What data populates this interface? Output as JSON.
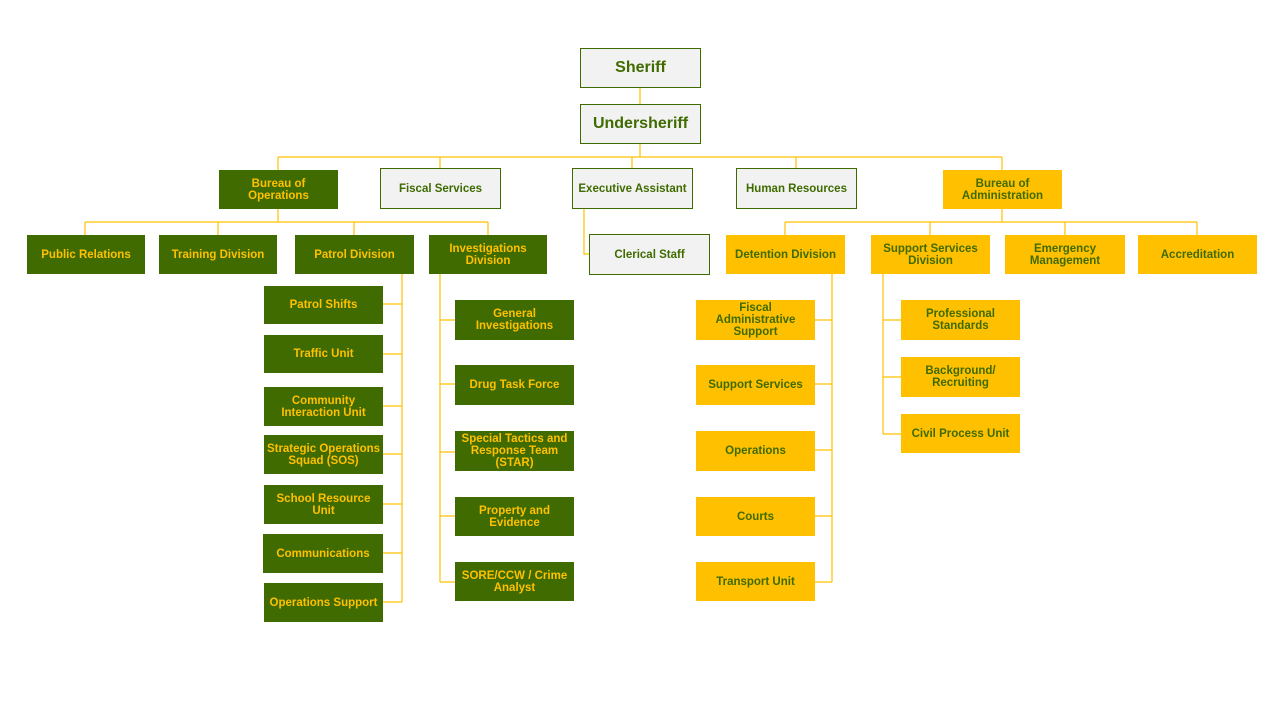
{
  "colors": {
    "green": "#3f6b00",
    "yellow": "#ffc000",
    "gray": "#f2f2f2",
    "line": "#ffc000"
  },
  "nodes": {
    "sheriff": "Sheriff",
    "undersheriff": "Undersheriff",
    "bureau_operations": "Bureau of Operations",
    "fiscal_services": "Fiscal Services",
    "executive_assistant": "Executive Assistant",
    "human_resources": "Human Resources",
    "bureau_administration": "Bureau of Administration",
    "public_relations": "Public Relations",
    "training_division": "Training Division",
    "patrol_division": "Patrol Division",
    "investigations_division": "Investigations Division",
    "clerical_staff": "Clerical Staff",
    "detention_division": "Detention Division",
    "support_services_division": "Support Services Division",
    "emergency_management": "Emergency Management",
    "accreditation": "Accreditation",
    "patrol_shifts": "Patrol Shifts",
    "traffic_unit": "Traffic Unit",
    "community_interaction_unit": "Community Interaction Unit",
    "strategic_operations_squad": "Strategic Operations Squad (SOS)",
    "school_resource_unit": "School Resource Unit",
    "communications": "Communications",
    "operations_support": "Operations Support",
    "general_investigations": "General Investigations",
    "drug_task_force": "Drug Task Force",
    "special_tactics": "Special Tactics and Response Team (STAR)",
    "property_evidence": "Property and Evidence",
    "sore_ccw": "SORE/CCW / Crime Analyst",
    "fiscal_admin_support": "Fiscal Administrative Support",
    "support_services": "Support Services",
    "operations": "Operations",
    "courts": "Courts",
    "transport_unit": "Transport Unit",
    "professional_standards": "Professional Standards",
    "background_recruiting": "Background/ Recruiting",
    "civil_process_unit": "Civil Process Unit"
  },
  "edges": [
    [
      "sheriff",
      "undersheriff"
    ],
    [
      "undersheriff",
      "bureau_operations"
    ],
    [
      "undersheriff",
      "fiscal_services"
    ],
    [
      "undersheriff",
      "executive_assistant"
    ],
    [
      "undersheriff",
      "human_resources"
    ],
    [
      "undersheriff",
      "bureau_administration"
    ],
    [
      "bureau_operations",
      "public_relations"
    ],
    [
      "bureau_operations",
      "training_division"
    ],
    [
      "bureau_operations",
      "patrol_division"
    ],
    [
      "bureau_operations",
      "investigations_division"
    ],
    [
      "executive_assistant",
      "clerical_staff"
    ],
    [
      "bureau_administration",
      "detention_division"
    ],
    [
      "bureau_administration",
      "support_services_division"
    ],
    [
      "bureau_administration",
      "emergency_management"
    ],
    [
      "bureau_administration",
      "accreditation"
    ],
    [
      "patrol_division",
      "patrol_shifts"
    ],
    [
      "patrol_division",
      "traffic_unit"
    ],
    [
      "patrol_division",
      "community_interaction_unit"
    ],
    [
      "patrol_division",
      "strategic_operations_squad"
    ],
    [
      "patrol_division",
      "school_resource_unit"
    ],
    [
      "patrol_division",
      "communications"
    ],
    [
      "patrol_division",
      "operations_support"
    ],
    [
      "investigations_division",
      "general_investigations"
    ],
    [
      "investigations_division",
      "drug_task_force"
    ],
    [
      "investigations_division",
      "special_tactics"
    ],
    [
      "investigations_division",
      "property_evidence"
    ],
    [
      "investigations_division",
      "sore_ccw"
    ],
    [
      "detention_division",
      "fiscal_admin_support"
    ],
    [
      "detention_division",
      "support_services"
    ],
    [
      "detention_division",
      "operations"
    ],
    [
      "detention_division",
      "courts"
    ],
    [
      "detention_division",
      "transport_unit"
    ],
    [
      "support_services_division",
      "professional_standards"
    ],
    [
      "support_services_division",
      "background_recruiting"
    ],
    [
      "support_services_division",
      "civil_process_unit"
    ]
  ]
}
